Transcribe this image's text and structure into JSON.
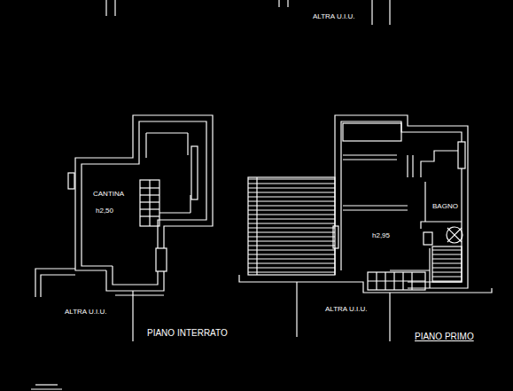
{
  "diagram": {
    "labels": [
      "ALTRA U.I.U.",
      "CANTINA",
      "h2,50",
      "ALTRA U.I.U.",
      "PIANO INTERRATO",
      "BAGNO",
      "h2,95",
      "ALTRA U.I.U.",
      "PIANO PRIMO"
    ]
  }
}
